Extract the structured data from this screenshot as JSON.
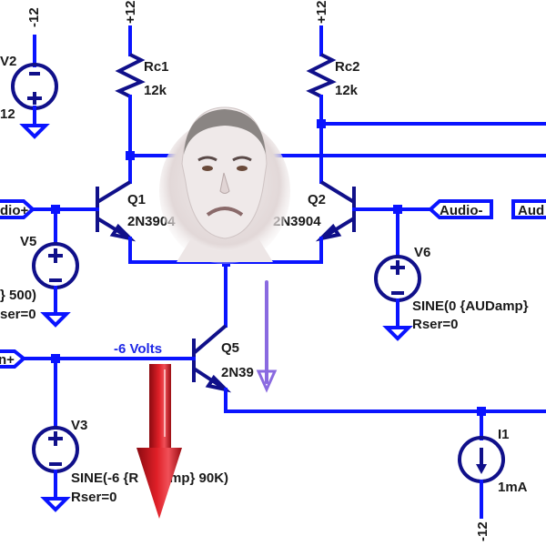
{
  "colors": {
    "wire": "#0a14ff",
    "symbol": "#10108a",
    "text": "#1a1a1a",
    "annotation_red_arrow": "#c8141e",
    "annotation_purple_arrow": "#8a6ae0"
  },
  "supplies": {
    "top_left_v2": "-12",
    "rc1_top": "+12",
    "rc2_top": "+12",
    "i1_bottom": "-12"
  },
  "components": {
    "v2": {
      "name": "V2",
      "value": "12"
    },
    "rc1": {
      "name": "Rc1",
      "value": "12k"
    },
    "rc2": {
      "name": "Rc2",
      "value": "12k"
    },
    "q1": {
      "name": "Q1",
      "model": "2N3904"
    },
    "q2": {
      "name": "Q2",
      "model": "2N3904"
    },
    "q5": {
      "name": "Q5",
      "model": "2N39"
    },
    "v5": {
      "name": "V5",
      "line1": "} 500)",
      "line2": "ser=0"
    },
    "v6": {
      "name": "V6",
      "line1": "SINE(0 {AUDamp}",
      "line2": "Rser=0"
    },
    "v3": {
      "name": "V3",
      "line1": "SINE(-6 {R",
      "line1b": "mp} 90K)",
      "line2": "Rser=0"
    },
    "i1": {
      "name": "I1",
      "value": "1mA"
    }
  },
  "net_labels": {
    "audio_plus": "dio+",
    "audio_minus": "Audio-",
    "audio_right": "Aud",
    "left_bottom": "n+"
  },
  "annotations": {
    "voltage_note": "-6 Volts",
    "face_image": "frowning-man-photo"
  }
}
